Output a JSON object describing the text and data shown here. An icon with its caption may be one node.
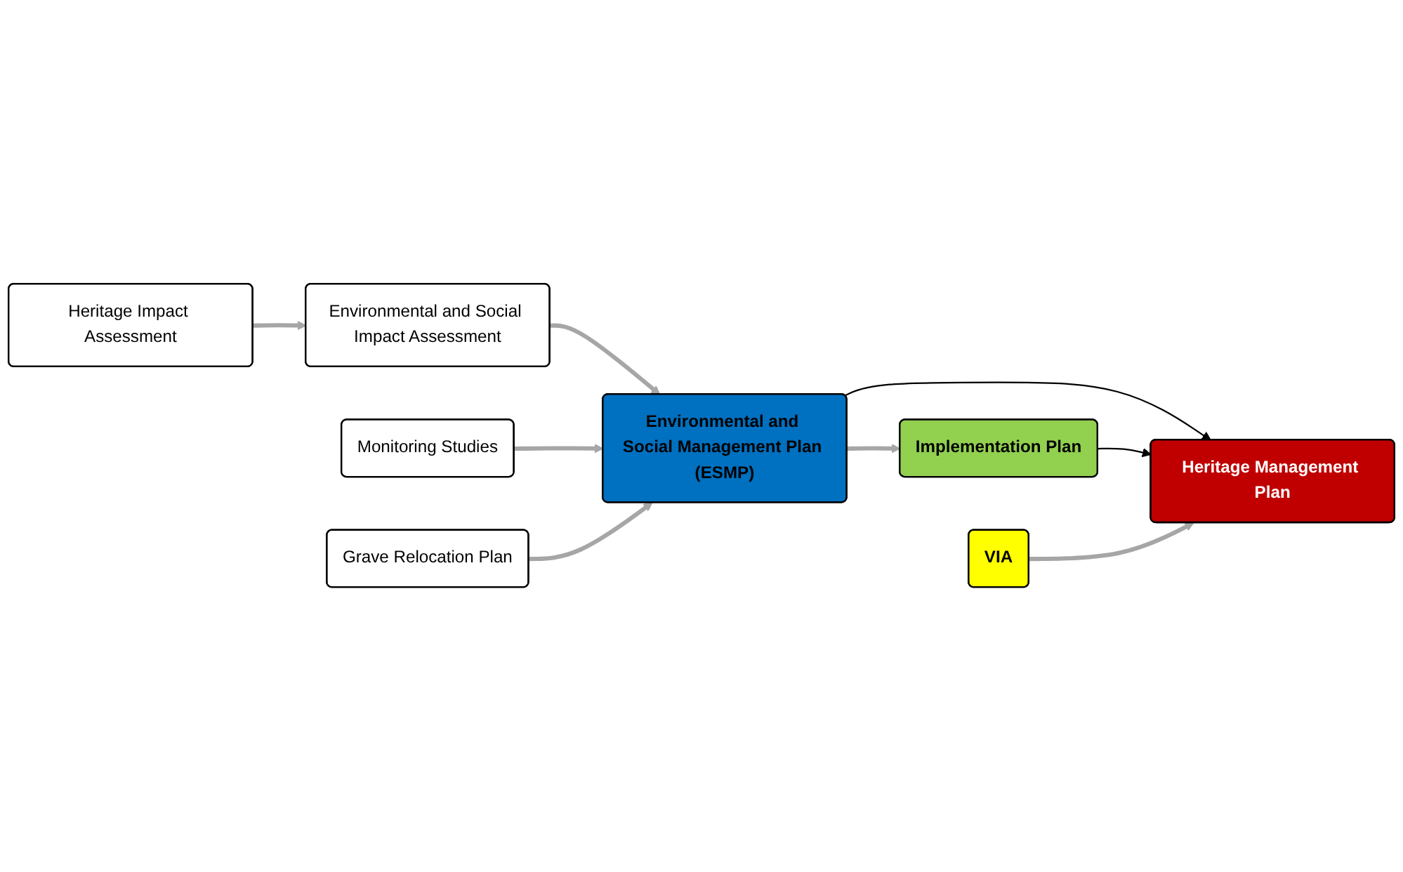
{
  "diagram": {
    "nodes": [
      {
        "text": [
          "Heritage Impact Assessment"
        ]
      },
      {
        "text": [
          "Environmental and Social Impact Assessment"
        ]
      },
      {
        "text": [
          "Monitoring Studies"
        ]
      },
      {
        "text": [
          "Grave Relocation Plan"
        ]
      },
      {
        "text": [
          "Environmental and Social Management Plan (ESMP)"
        ]
      },
      {
        "text": [
          "Implementation Plan"
        ]
      },
      {
        "text": [
          "VIA"
        ]
      },
      {
        "text": [
          "Heritage Management Plan"
        ]
      }
    ],
    "edges": [
      {
        "from": 0,
        "to": 1,
        "arrow": "to"
      },
      {
        "from": 1,
        "to": 4,
        "arrow": "to"
      },
      {
        "from": 2,
        "to": 4,
        "arrow": "to"
      },
      {
        "from": 3,
        "to": 4,
        "arrow": "to"
      },
      {
        "from": 4,
        "to": 5,
        "arrow": "to"
      },
      {
        "from": 4,
        "to": 7,
        "arrow": "to",
        "color": "#000000"
      },
      {
        "from": 5,
        "to": 7,
        "arrow": "to",
        "color": "#000000"
      },
      {
        "from": 6,
        "to": 7,
        "arrow": "to"
      }
    ]
  }
}
